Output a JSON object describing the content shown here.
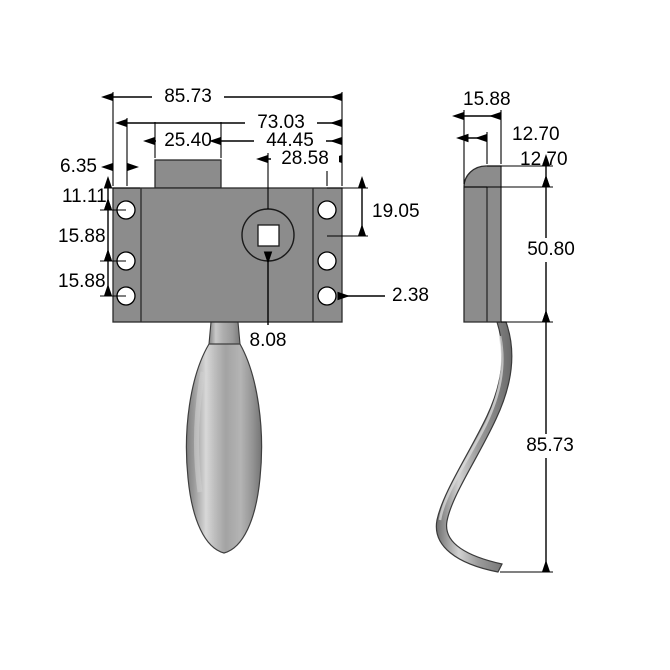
{
  "drawing": {
    "title": "Mechanical part dimensioned drawing",
    "background_color": "#ffffff",
    "line_color": "#000000",
    "part_fill_color": "#8c8c8c",
    "part_edge_color": "#2b2b2b",
    "hole_fill_color": "#ffffff",
    "units_note": "",
    "views": [
      {
        "name": "front-view",
        "label": ""
      },
      {
        "name": "side-view",
        "label": ""
      }
    ]
  },
  "front_view": {
    "dimensions": {
      "overall_width": "85.73",
      "inner_width": "73.03",
      "tab_width": "25.40",
      "center_offset": "44.45",
      "right_group": "28.58",
      "left_edge_offset": "6.35",
      "hole_top_offset": "11.11",
      "hole_pitch_1": "15.88",
      "hole_pitch_2": "15.88",
      "right_hole_offset": "19.05",
      "hole_diameter": "2.38",
      "center_square": "8.08"
    }
  },
  "side_view": {
    "dimensions": {
      "overall_thickness": "15.88",
      "corner_radius_horiz": "12.70",
      "corner_radius_vert": "12.70",
      "body_height": "50.80",
      "tail_length": "85.73"
    }
  },
  "labels": [
    {
      "name": "dim-85-73-top",
      "value": "85.73"
    },
    {
      "name": "dim-73-03",
      "value": "73.03"
    },
    {
      "name": "dim-25-40",
      "value": "25.40"
    },
    {
      "name": "dim-44-45",
      "value": "44.45"
    },
    {
      "name": "dim-28-58",
      "value": "28.58"
    },
    {
      "name": "dim-6-35",
      "value": "6.35"
    },
    {
      "name": "dim-11-11",
      "value": "11.11"
    },
    {
      "name": "dim-15-88-upper",
      "value": "15.88"
    },
    {
      "name": "dim-15-88-lower",
      "value": "15.88"
    },
    {
      "name": "dim-19-05",
      "value": "19.05"
    },
    {
      "name": "dim-2-38",
      "value": "2.38"
    },
    {
      "name": "dim-8-08",
      "value": "8.08"
    },
    {
      "name": "dim-15-88-side",
      "value": "15.88"
    },
    {
      "name": "dim-12-70-horiz",
      "value": "12.70"
    },
    {
      "name": "dim-12-70-vert",
      "value": "12.70"
    },
    {
      "name": "dim-50-80",
      "value": "50.80"
    },
    {
      "name": "dim-85-73-tail",
      "value": "85.73"
    }
  ]
}
